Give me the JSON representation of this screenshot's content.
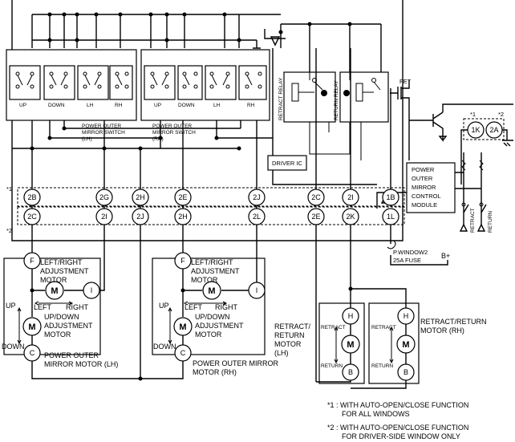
{
  "pins": {
    "p2B": "2B",
    "p2G": "2G",
    "p2H": "2H",
    "p2E": "2E",
    "p2J": "2J",
    "p2C_top": "2C",
    "p2I_top": "2I",
    "p1B": "1B",
    "p2C": "2C",
    "p2I": "2I",
    "p2J_b": "2J",
    "p2H_b": "2H",
    "p2L": "2L",
    "p2E_b": "2E",
    "p2K": "2K",
    "p1L": "1L",
    "p1K": "1K",
    "p2A": "2A",
    "lh_F": "F",
    "lh_I": "I",
    "lh_C": "C",
    "rh_F": "F",
    "rh_I": "I",
    "rh_C": "C",
    "rr_lh_H": "H",
    "rr_lh_B": "B",
    "rr_rh_H": "H",
    "rr_rh_B": "B"
  },
  "markers": {
    "m1": "*1",
    "m2": "*2",
    "fet_m1": "*1",
    "fet_m2": "*2"
  },
  "switch_lh": {
    "up": "UP",
    "down": "DOWN",
    "lh": "LH",
    "rh": "RH",
    "name1": "POWER OUTER",
    "name2": "MIRROR SWITCH",
    "name3": "(LH)"
  },
  "switch_rh": {
    "up": "UP",
    "down": "DOWN",
    "lh": "LH",
    "rh": "RH",
    "name1": "POWER OUTER",
    "name2": "MIRROR SWITCH",
    "name3": "(RH)"
  },
  "relays": {
    "retract": "RETRACT RELAY",
    "return": "RETURN RELAY",
    "fet": "FET",
    "driver_ic": "DRIVER IC"
  },
  "module": {
    "l1": "POWER",
    "l2": "OUTER",
    "l3": "MIRROR",
    "l4": "CONTROL",
    "l5": "MODULE",
    "sw_retract": "RETRACT",
    "sw_return": "RETURN"
  },
  "fuse": {
    "l1": "P.WINDOW2",
    "l2": "25A FUSE",
    "bplus": "B+"
  },
  "mirror_lh": {
    "lr1": "LEFT/RIGHT",
    "lr2": "ADJUSTMENT",
    "lr3": "MOTOR",
    "left": "LEFT",
    "right": "RIGHT",
    "up": "UP",
    "down": "DOWN",
    "ud1": "UP/DOWN",
    "ud2": "ADJUSTMENT",
    "ud3": "MOTOR",
    "name1": "POWER OUTER",
    "name2": "MIRROR MOTOR (LH)",
    "m1": "M",
    "m2": "M"
  },
  "mirror_rh": {
    "lr1": "LEFT/RIGHT",
    "lr2": "ADJUSTMENT",
    "lr3": "MOTOR",
    "left": "LEFT",
    "right": "RIGHT",
    "up": "UP",
    "down": "DOWN",
    "ud1": "UP/DOWN",
    "ud2": "ADJUSTMENT",
    "ud3": "MOTOR",
    "name1": "POWER OUTER MIRROR",
    "name2": "MOTOR (RH)",
    "m1": "M",
    "m2": "M"
  },
  "rr_lh": {
    "retract": "RETRACT",
    "return": "RETURN",
    "name1": "RETRACT/",
    "name2": "RETURN",
    "name3": "MOTOR",
    "name4": "(LH)",
    "m": "M"
  },
  "rr_rh": {
    "retract": "RETRACT",
    "return": "RETURN",
    "name1": "RETRACT/RETURN",
    "name2": "MOTOR (RH)",
    "m": "M"
  },
  "notes": {
    "n1a": "*1 : WITH AUTO-OPEN/CLOSE FUNCTION",
    "n1b": "FOR ALL WINDOWS",
    "n2a": "*2 : WITH AUTO-OPEN/CLOSE FUNCTION",
    "n2b": "FOR DRIVER-SIDE WINDOW ONLY"
  }
}
